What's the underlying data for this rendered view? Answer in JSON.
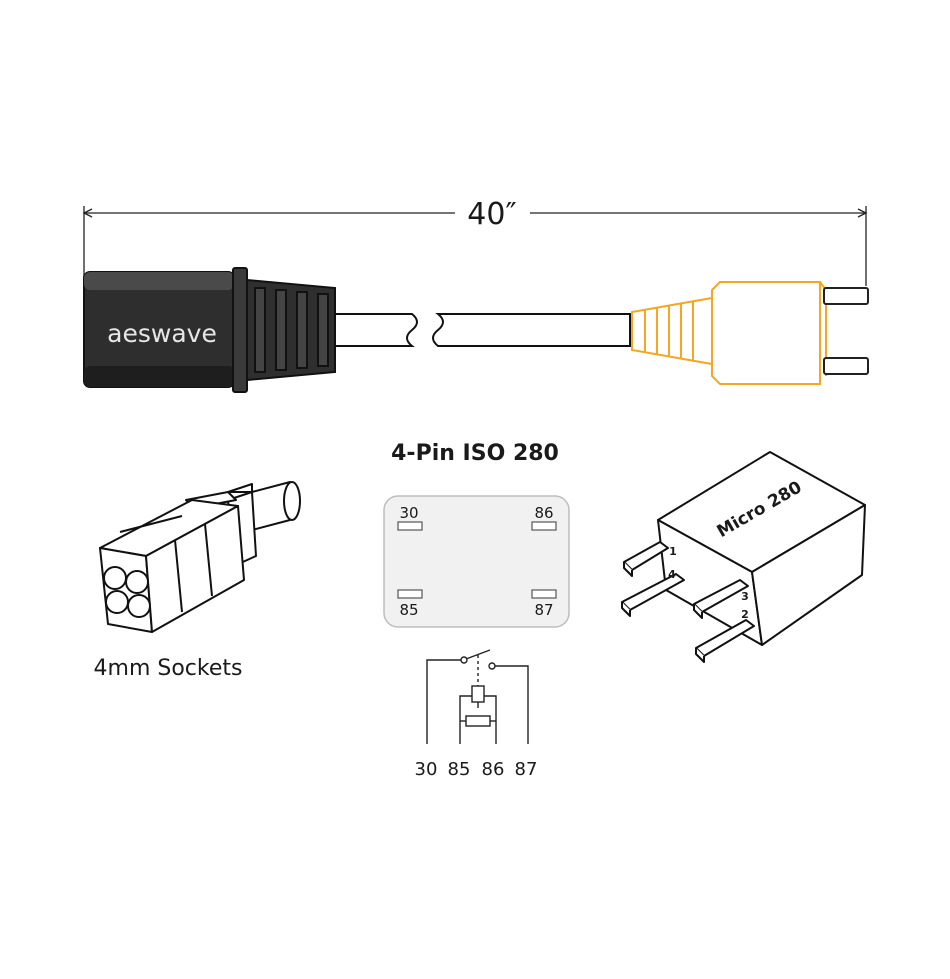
{
  "cable": {
    "length_label": "40″",
    "brand": "aeswave",
    "plug_color": "#f5a623"
  },
  "sockets": {
    "caption": "4mm Sockets"
  },
  "relay": {
    "title": "4-Pin ISO 280",
    "pins": {
      "top_left": "30",
      "top_right": "86",
      "bottom_left": "85",
      "bottom_right": "87"
    },
    "schematic_labels": [
      "30",
      "85",
      "86",
      "87"
    ],
    "relay_text": "Micro 280",
    "pin_numbers": [
      "1",
      "4",
      "3",
      "2"
    ],
    "panel_color": "#f1f1f1"
  }
}
